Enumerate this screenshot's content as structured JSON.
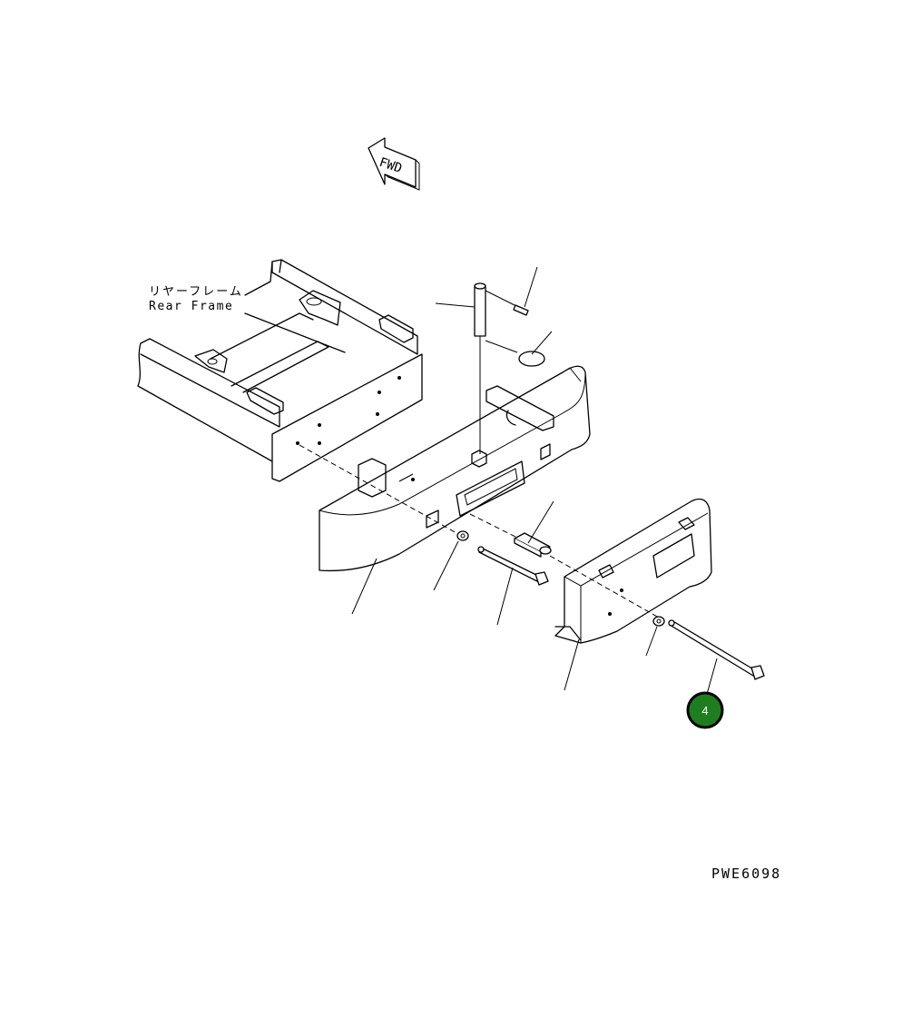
{
  "fwd_label": "FWD",
  "frame_label_jp": "リヤーフレーム",
  "frame_label_en": "Rear Frame",
  "drawing_code": "PWE6098",
  "callout": {
    "number": "4",
    "fill_color": "#1e7d1e",
    "border_color": "#000000",
    "text_color": "#ffffff"
  }
}
